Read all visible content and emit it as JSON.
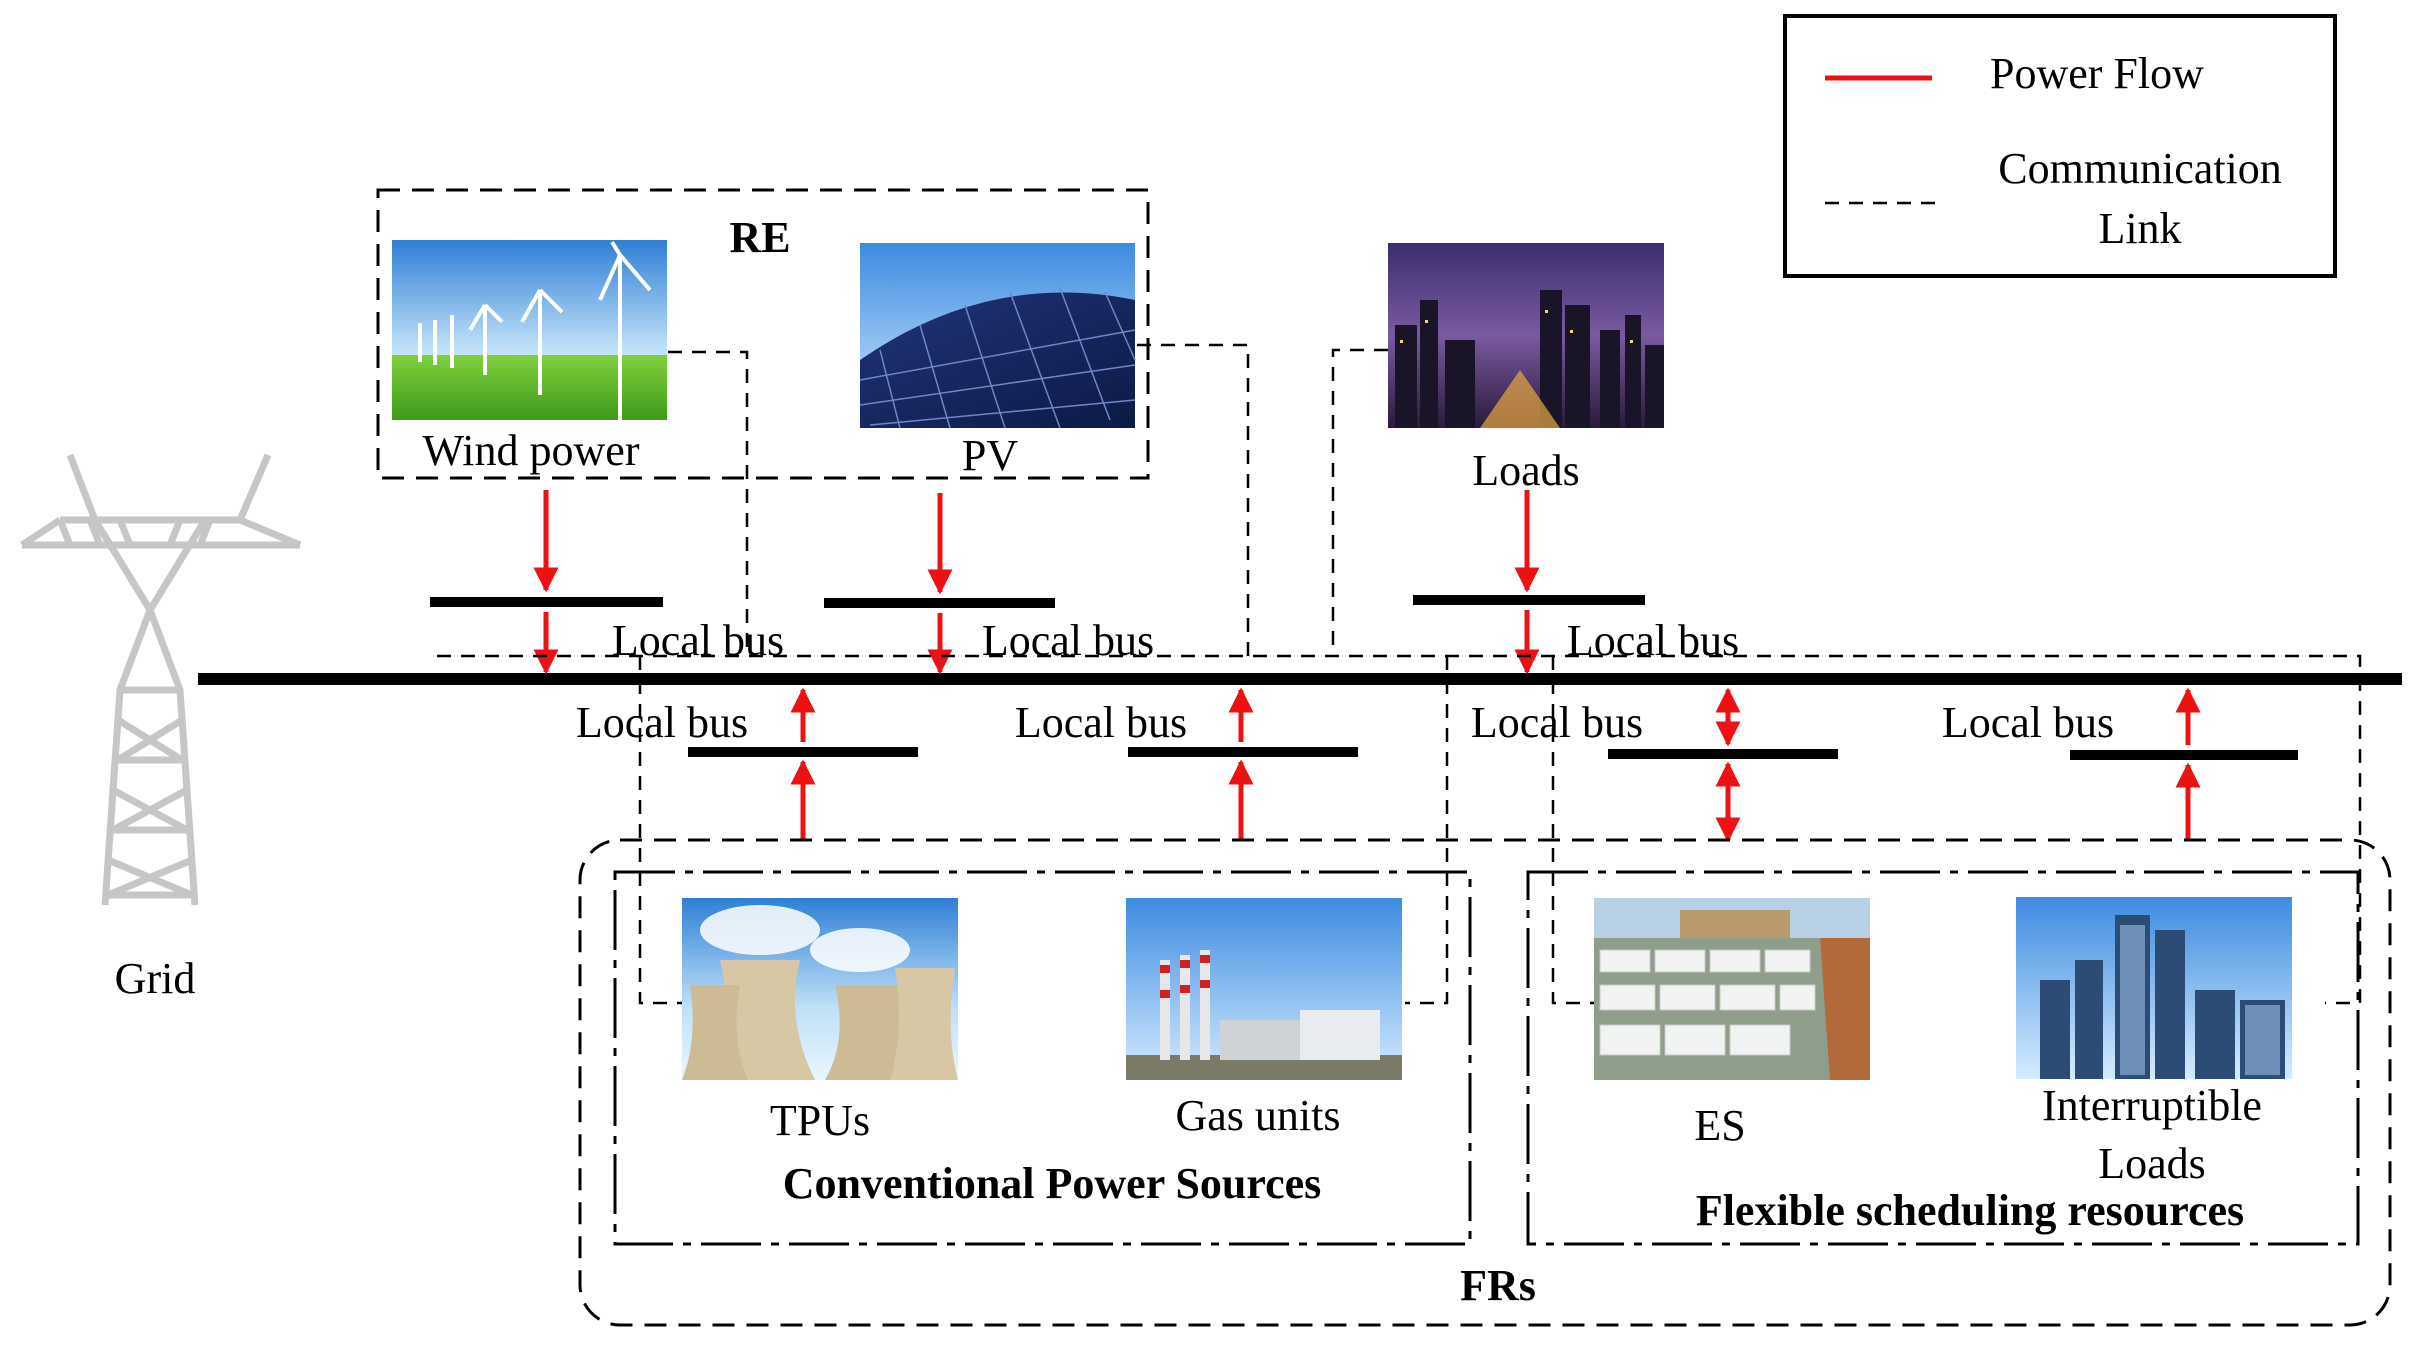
{
  "legend": {
    "power_flow_label": "Power Flow",
    "comm_label_line1": "Communication",
    "comm_label_line2": "Link",
    "power_color": "#ee1111"
  },
  "groups": {
    "re": "RE",
    "conventional": "Conventional Power Sources",
    "flexible": "Flexible scheduling resources",
    "frs": "FRs"
  },
  "components": {
    "wind": "Wind power",
    "pv": "PV",
    "loads": "Loads",
    "tpus": "TPUs",
    "gas": "Gas units",
    "es": "ES",
    "interruptible_line1": "Interruptible",
    "interruptible_line2": "Loads",
    "grid": "Grid"
  },
  "buses": {
    "upper_1": "Local bus",
    "upper_2": "Local bus",
    "upper_3": "Local bus",
    "lower_1": "Local bus",
    "lower_2": "Local bus",
    "lower_3": "Local bus",
    "lower_4": "Local bus"
  },
  "icons": [
    "wind-turbine-photo",
    "solar-panel-photo",
    "city-night-photo",
    "cooling-tower-photo",
    "gas-plant-photo",
    "battery-storage-photo",
    "office-building-photo",
    "transmission-tower-icon"
  ]
}
